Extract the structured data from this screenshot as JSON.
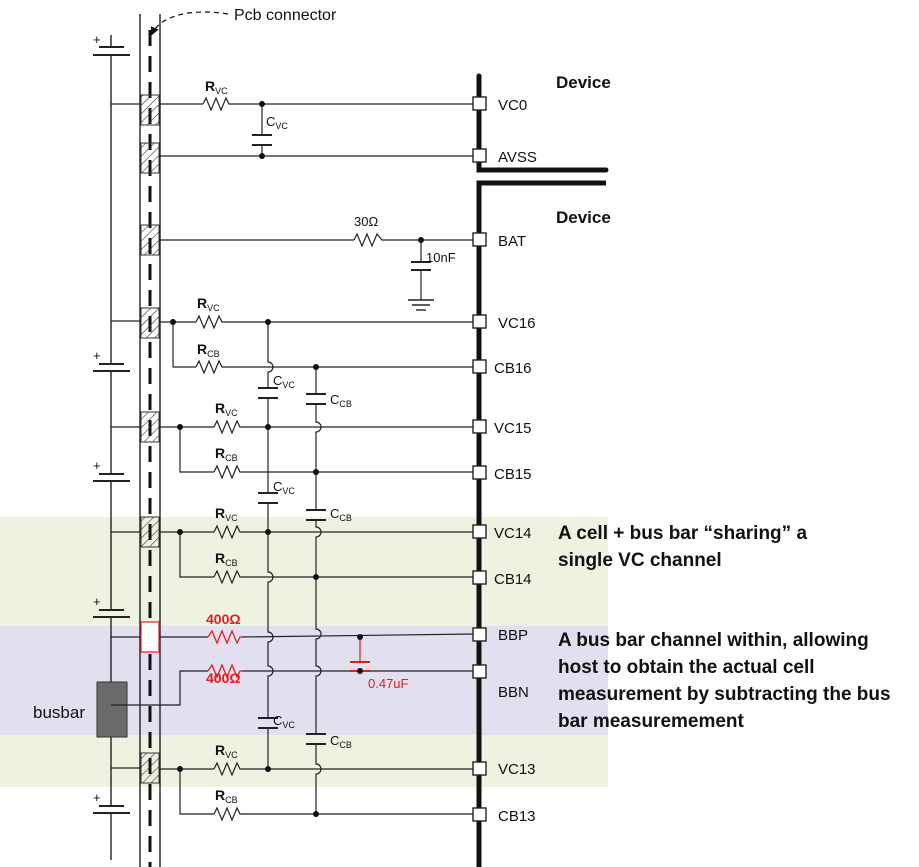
{
  "labels": {
    "pcb_connector": "Pcb connector",
    "device_top": "Device",
    "device_bottom": "Device",
    "busbar": "busbar",
    "r_30": "30Ω",
    "c_10nf": "10nF",
    "r_400a": "400Ω",
    "r_400b": "400Ω",
    "c_047": "0.47uF",
    "plus": "+"
  },
  "pins": [
    {
      "name": "VC0"
    },
    {
      "name": "AVSS"
    },
    {
      "name": "BAT"
    },
    {
      "name": "VC16"
    },
    {
      "name": "CB16"
    },
    {
      "name": "VC15"
    },
    {
      "name": "CB15"
    },
    {
      "name": "VC14"
    },
    {
      "name": "CB14"
    },
    {
      "name": "BBP"
    },
    {
      "name": "BBN"
    },
    {
      "name": "VC13"
    },
    {
      "name": "CB13"
    }
  ],
  "component_labels": {
    "r_vc": {
      "main": "R",
      "sub": "VC"
    },
    "r_cb": {
      "main": "R",
      "sub": "CB"
    },
    "c_vc": {
      "main": "C",
      "sub": "VC"
    },
    "c_cb": {
      "main": "C",
      "sub": "CB"
    }
  },
  "annotations": {
    "sharing": [
      "A cell + bus bar “sharing” a",
      "single VC channel"
    ],
    "busbar_channel": [
      "A bus bar channel within, allowing",
      "host to obtain the actual cell",
      "measurement by subtracting the bus",
      "bar measuremement"
    ]
  },
  "colors": {
    "green_band": "#eef3e1",
    "purple_band": "#e2dfee",
    "accent_red": "#e02020",
    "busbar_fill": "#6b6b6b"
  }
}
